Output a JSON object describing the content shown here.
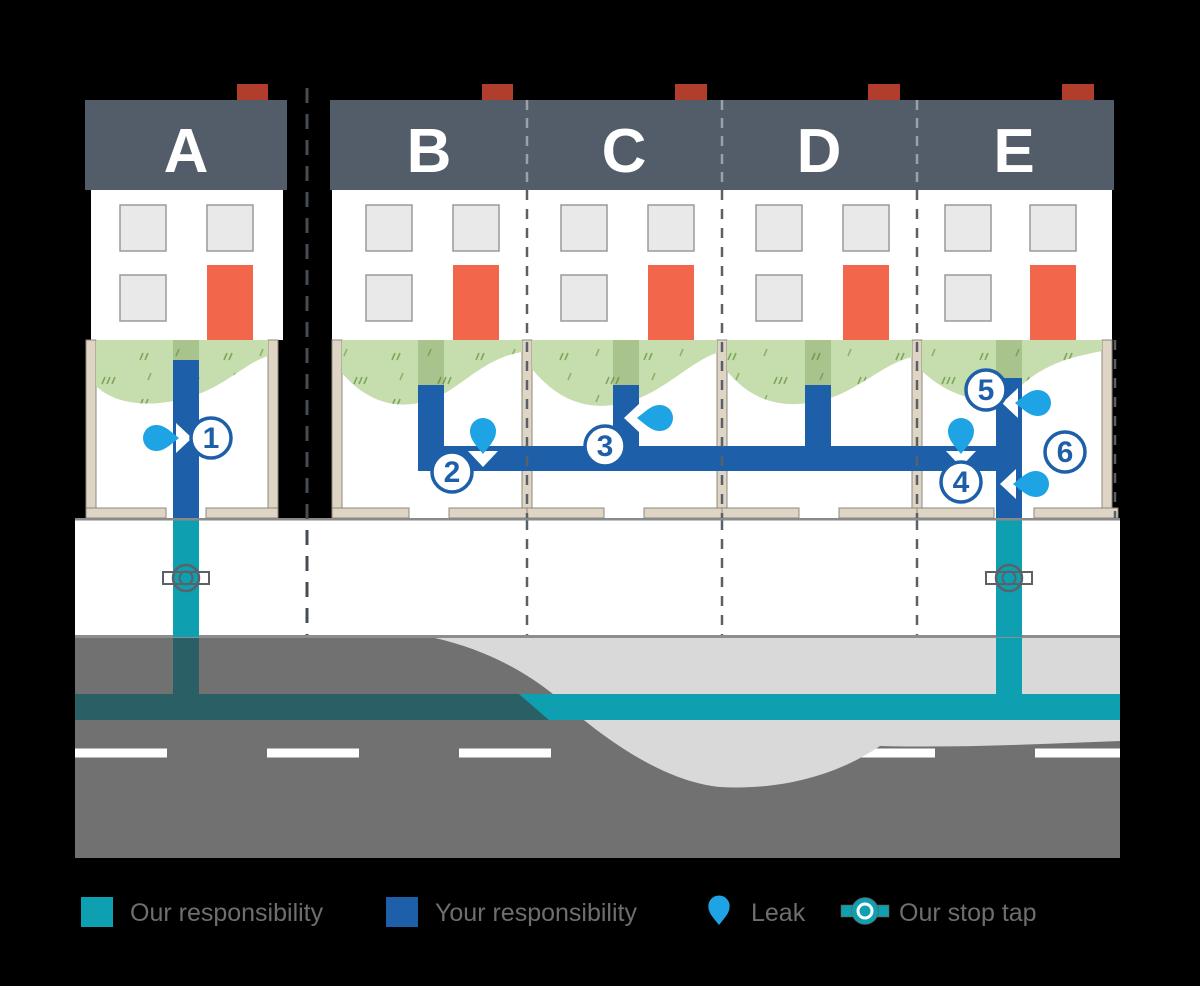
{
  "houses": [
    {
      "label": "A"
    },
    {
      "label": "B"
    },
    {
      "label": "C"
    },
    {
      "label": "D"
    },
    {
      "label": "E"
    }
  ],
  "leaks": [
    {
      "number": "1"
    },
    {
      "number": "2"
    },
    {
      "number": "3"
    },
    {
      "number": "4"
    },
    {
      "number": "5"
    },
    {
      "number": "6"
    }
  ],
  "legend": {
    "our_responsibility": "Our responsibility",
    "your_responsibility": "Your responsibility",
    "leak": "Leak",
    "stop_tap": "Our stop tap"
  },
  "colors": {
    "our_pipe_teal": "#0e9fb0",
    "our_pipe_dark_teal": "#2b5f66",
    "your_pipe_blue": "#1e5fa9",
    "leak_light_blue": "#1ea4e4",
    "roof_slate": "#535d69",
    "chimney_red": "#b13e2c",
    "door_orange": "#f2664b",
    "grass_green": "#c6deae",
    "road_gray": "#717171",
    "excavation_gray": "#d9d9d9",
    "wall_tan": "#ded5c5",
    "legend_text_gray": "#6d6e71"
  }
}
